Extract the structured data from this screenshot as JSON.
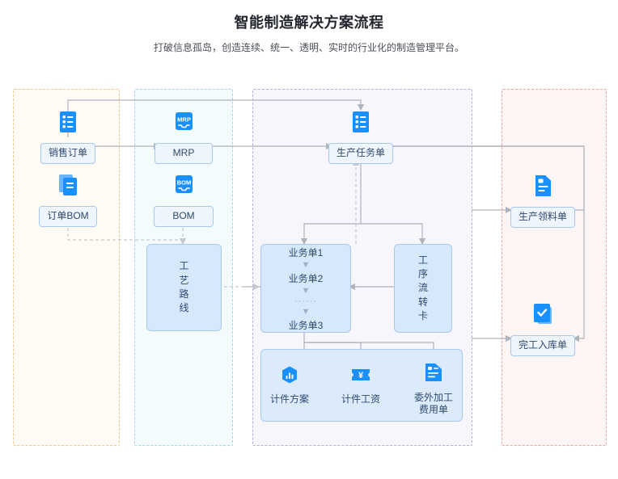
{
  "header": {
    "title": "智能制造解决方案流程",
    "subtitle": "打破信息孤岛，创造连续、统一、透明、实时的行业化的制造管理平台。"
  },
  "colors": {
    "accent": "#1890ff",
    "node_border": "#a7c8ef",
    "node_fill": "#eef5fd",
    "group_fill": "#d6e8fb",
    "lane_sales": "#eec98a",
    "lane_plan": "#a8d6e0",
    "lane_exec": "#b3aee3",
    "lane_inventory": "#e9a8a2",
    "wire": "#b0b4bb"
  },
  "lanes": [
    {
      "id": "sales",
      "name": "lane-sales"
    },
    {
      "id": "plan",
      "name": "lane-plan"
    },
    {
      "id": "execution",
      "name": "lane-execution"
    },
    {
      "id": "inventory",
      "name": "lane-inventory"
    }
  ],
  "nodes": {
    "sales_order": {
      "label": "销售订单",
      "icon": "list-document-icon"
    },
    "order_bom": {
      "label": "订单BOM",
      "icon": "stacked-document-icon"
    },
    "mrp": {
      "label": "MRP",
      "icon": "mrp-badge-icon",
      "icon_text": "MRP"
    },
    "bom": {
      "label": "BOM",
      "icon": "bom-badge-icon",
      "icon_text": "BOM"
    },
    "process_route": {
      "label": "工艺路线",
      "chars": [
        "工",
        "艺",
        "路",
        "线"
      ]
    },
    "production_task": {
      "label": "生产任务单",
      "icon": "checklist-document-icon"
    },
    "process_card": {
      "label": "工序流转卡",
      "chars": [
        "工",
        "序",
        "流",
        "转",
        "卡"
      ]
    },
    "business_orders": {
      "items": [
        "业务单1",
        "业务单2",
        "业务单3"
      ],
      "ellipsis": "······"
    },
    "piecework_plan": {
      "label": "计件方案",
      "icon": "hexagon-chart-icon"
    },
    "piecework_wage": {
      "label": "计件工资",
      "icon": "yuan-ticket-icon",
      "icon_text": "¥"
    },
    "outsourcing_fee": {
      "label": "委外加工\n费用单",
      "label_line1": "委外加工",
      "label_line2": "费用单",
      "icon": "invoice-document-icon"
    },
    "material_req": {
      "label": "生产领料单",
      "icon": "file-lines-icon"
    },
    "finished_goods": {
      "label": "完工入库单",
      "icon": "check-stacked-icon"
    }
  }
}
